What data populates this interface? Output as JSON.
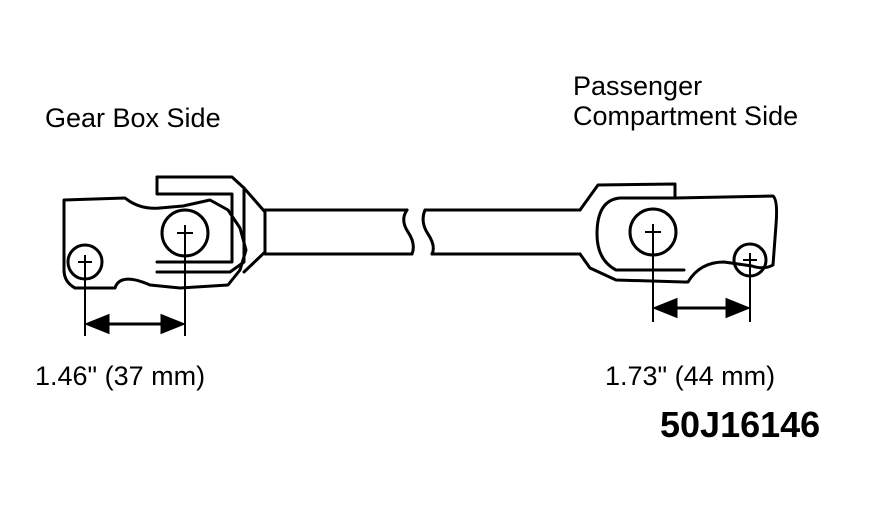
{
  "labels": {
    "gear_box_side": "Gear Box Side",
    "passenger_line1": "Passenger",
    "passenger_line2": "Compartment Side",
    "left_dimension": "1.46\" (37 mm)",
    "right_dimension": "1.73\" (44 mm)",
    "figure_code": "50J16146"
  },
  "colors": {
    "ink": "#000000",
    "paper": "#ffffff"
  }
}
